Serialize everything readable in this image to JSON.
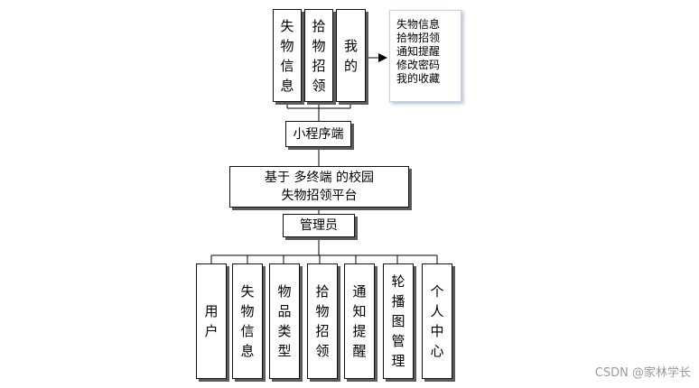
{
  "top_modules": [
    "失物信息",
    "拾物招领",
    "我的"
  ],
  "note_items": [
    "失物信息",
    "拾物招领",
    "通知提醒",
    "修改密码",
    "我的收藏"
  ],
  "mini_program": "小程序端",
  "platform": "基于 多终端 的校园\n失物招领平台",
  "admin": "管理员",
  "admin_modules": [
    "用户",
    "失物信息",
    "物品类型",
    "拾物招领",
    "通知提醒",
    "轮播图管理",
    "个人中心"
  ],
  "watermark": "CSDN @家林学长"
}
